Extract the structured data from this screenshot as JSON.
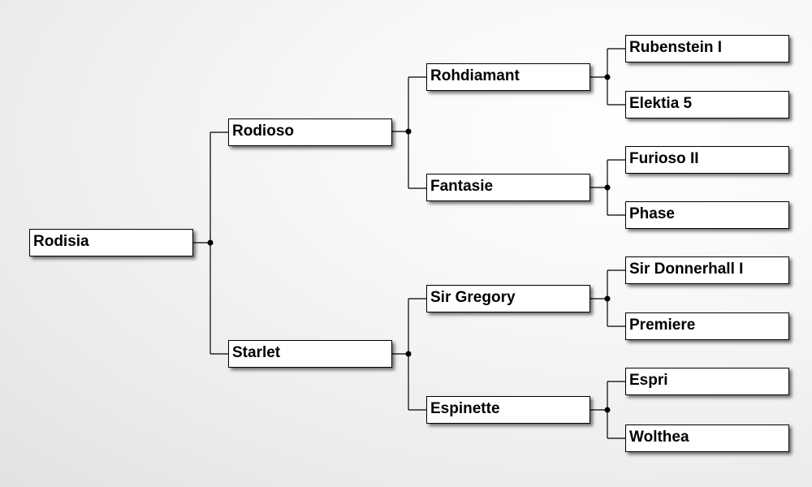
{
  "pedigree": {
    "subject": "Rodisia",
    "sire": {
      "name": "Rodioso",
      "sire": {
        "name": "Rohdiamant",
        "sire": "Rubenstein I",
        "dam": "Elektia 5"
      },
      "dam": {
        "name": "Fantasie",
        "sire": "Furioso II",
        "dam": "Phase"
      }
    },
    "dam": {
      "name": "Starlet",
      "sire": {
        "name": "Sir Gregory",
        "sire": "Sir Donnerhall I",
        "dam": "Premiere"
      },
      "dam": {
        "name": "Espinette",
        "sire": "Espri",
        "dam": "Wolthea"
      }
    }
  }
}
